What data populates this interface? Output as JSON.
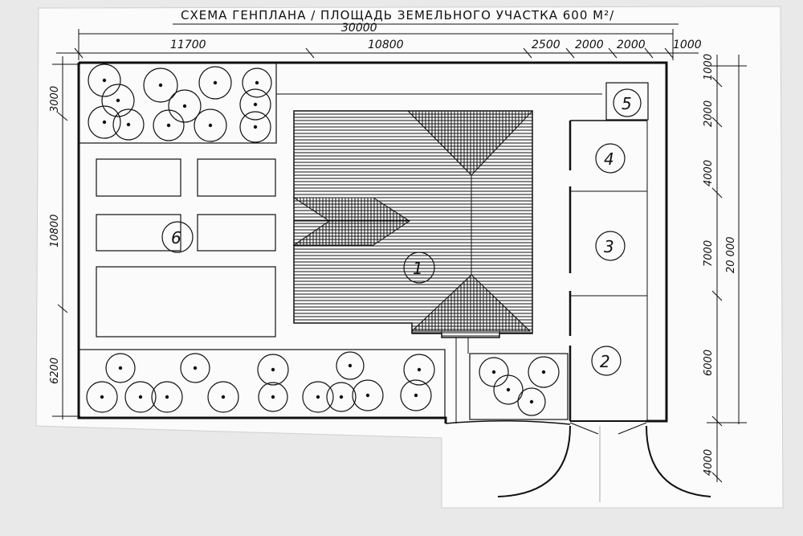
{
  "title": "СХЕМА ГЕНПЛАНА / ПЛОЩАДЬ ЗЕМЕЛЬНОГО УЧАСТКА 600 М²/",
  "dimensions": {
    "top_total": "30000",
    "top_segments": [
      "11700",
      "10800",
      "2500",
      "2000",
      "2000",
      "1000"
    ],
    "left_segments": [
      "3000",
      "10800",
      "6200"
    ],
    "right_segments": [
      "1000",
      "2000",
      "4000",
      "7000",
      "6000",
      "4000"
    ],
    "right_total": "20 000"
  },
  "zones": [
    "1",
    "2",
    "3",
    "4",
    "5",
    "6"
  ]
}
